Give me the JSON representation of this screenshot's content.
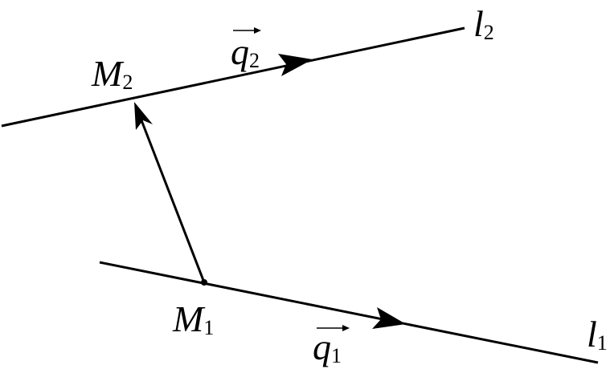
{
  "lines": {
    "l1": {
      "letter": "l",
      "index": "1"
    },
    "l2": {
      "letter": "l",
      "index": "2"
    }
  },
  "points": {
    "m1": {
      "letter": "M",
      "index": "1"
    },
    "m2": {
      "letter": "M",
      "index": "2"
    }
  },
  "vectors": {
    "q1": {
      "letter": "q",
      "index": "1"
    },
    "q2": {
      "letter": "q",
      "index": "2"
    }
  }
}
